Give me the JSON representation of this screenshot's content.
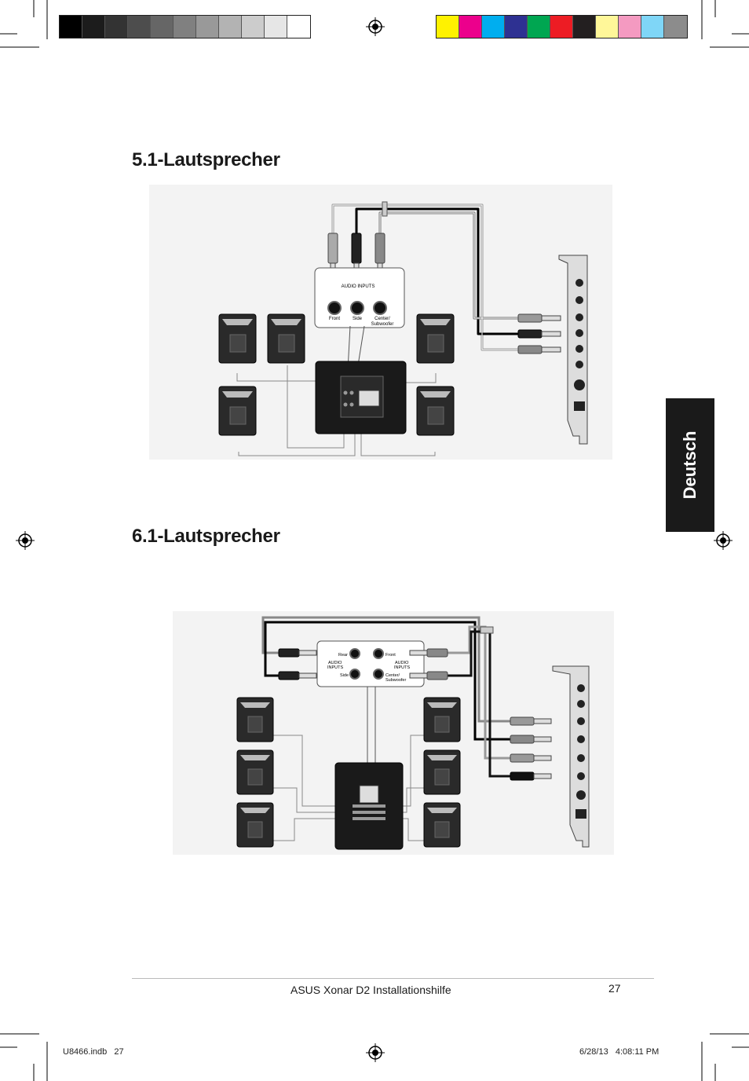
{
  "colors": {
    "gray_bar": [
      "#000000",
      "#1c1c1c",
      "#333333",
      "#4d4d4d",
      "#666666",
      "#808080",
      "#999999",
      "#b3b3b3",
      "#cccccc",
      "#e6e6e6",
      "#ffffff"
    ],
    "color_bar": [
      "#fff200",
      "#ec008c",
      "#00aeef",
      "#2e3192",
      "#00a651",
      "#ed1c24",
      "#231f20",
      "#fff799",
      "#f49ac1",
      "#7fd6f7",
      "#8c8c8c"
    ],
    "tab_background": "#1a1a1a"
  },
  "sections": [
    {
      "title": "5.1-Lautsprecher"
    },
    {
      "title": "6.1-Lautsprecher"
    }
  ],
  "diagram51": {
    "panel_title": "AUDIO INPUTS",
    "jacks": [
      "Front",
      "Side",
      "Center/",
      "Subwoofer"
    ]
  },
  "diagram61": {
    "left_block": {
      "rear": "Rear",
      "audio": "AUDIO",
      "inputs": "INPUTS",
      "side": "Side"
    },
    "right_block": {
      "front": "Front",
      "audio": "AUDIO",
      "inputs": "INPUTS",
      "center": "Center/",
      "subwoofer": "Subwoofer"
    }
  },
  "sidebar_tab": {
    "label": "Deutsch"
  },
  "footer": {
    "title": "ASUS Xonar D2 Installationshilfe",
    "page_number": "27"
  },
  "slug": {
    "file": "U8466.indb   27",
    "timestamp": "6/28/13   4:08:11 PM"
  }
}
